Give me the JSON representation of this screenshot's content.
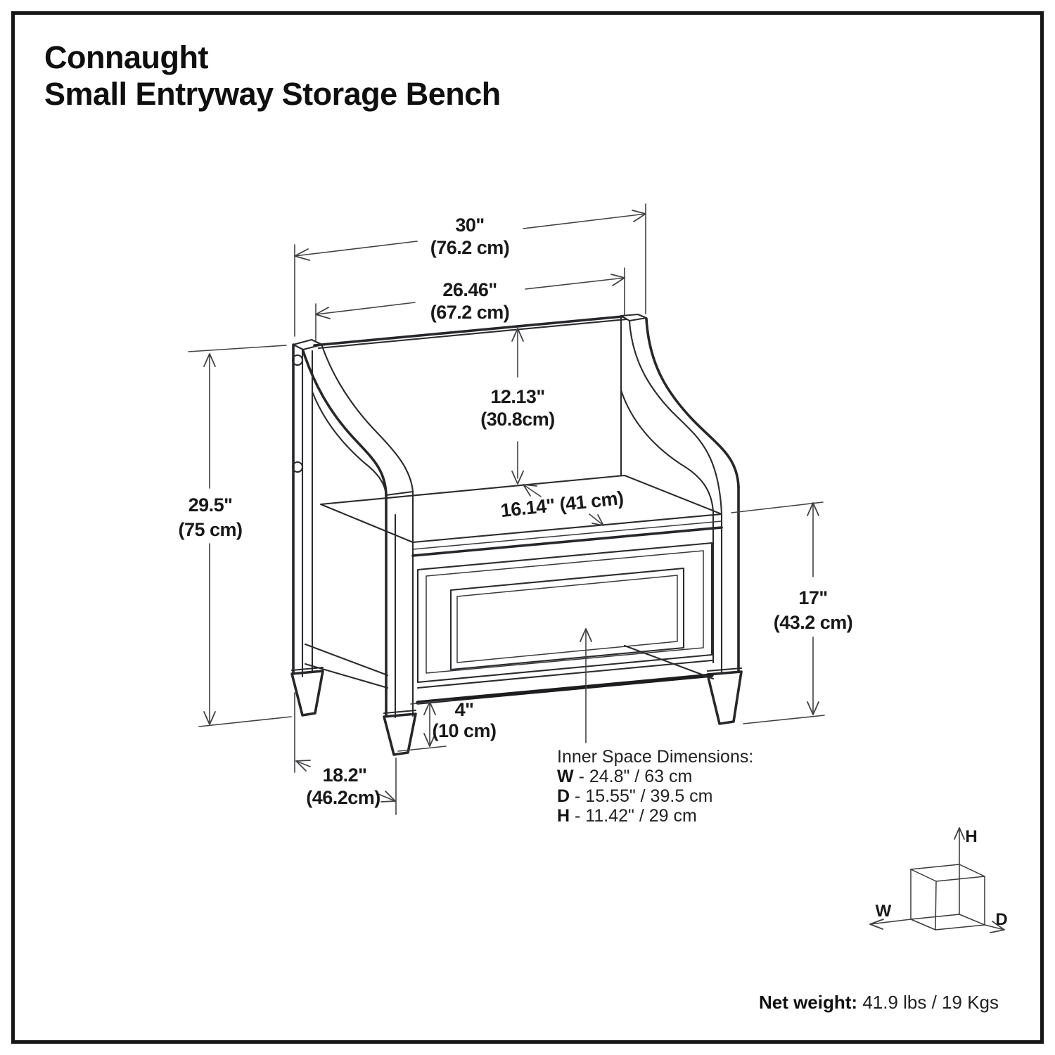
{
  "title": {
    "line1": "Connaught",
    "line2": "Small Entryway Storage Bench"
  },
  "dimensions": {
    "overall_width": {
      "inches": "30\"",
      "metric": "(76.2 cm)"
    },
    "inner_width": {
      "inches": "26.46\"",
      "metric": "(67.2 cm)"
    },
    "backrest_height": {
      "inches": "12.13\"",
      "metric": "(30.8cm)"
    },
    "seat_depth": {
      "text": "16.14\" (41 cm)"
    },
    "overall_height": {
      "inches": "29.5\"",
      "metric": "(75 cm)"
    },
    "seat_height": {
      "inches": "17\"",
      "metric": "(43.2 cm)"
    },
    "leg_height": {
      "inches": "4\"",
      "metric": "(10 cm)"
    },
    "overall_depth": {
      "inches": "18.2\"",
      "metric": "(46.2cm)"
    }
  },
  "inner_space": {
    "heading": "Inner Space Dimensions:",
    "rows": [
      {
        "axis": "W",
        "value": "- 24.8\" / 63 cm"
      },
      {
        "axis": "D",
        "value": "- 15.55\" / 39.5 cm"
      },
      {
        "axis": "H",
        "value": "- 11.42\" / 29 cm"
      }
    ]
  },
  "axis_cube": {
    "height_label": "H",
    "width_label": "W",
    "depth_label": "D"
  },
  "net_weight": {
    "label": "Net weight:",
    "value": "41.9 lbs / 19 Kgs"
  },
  "colors": {
    "background": "#ffffff",
    "frame": "#161616",
    "drawing_line": "#2b2b2e",
    "dimension_line": "#424246",
    "text": "#1b1b1d"
  }
}
